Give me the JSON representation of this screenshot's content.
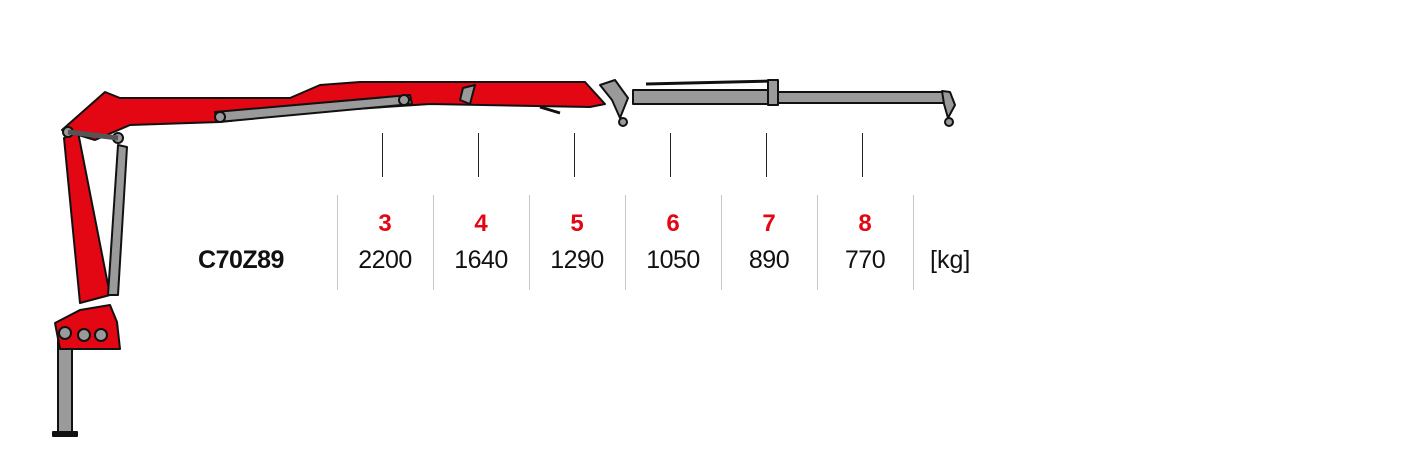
{
  "model": "C70Z89",
  "unit": "[kg]",
  "colors": {
    "crane_red": "#e30613",
    "steel_grey": "#9a9a9a",
    "reach_number": "#e30613"
  },
  "load_chart": [
    {
      "reach": "3",
      "load": "2200"
    },
    {
      "reach": "4",
      "load": "1640"
    },
    {
      "reach": "5",
      "load": "1290"
    },
    {
      "reach": "6",
      "load": "1050"
    },
    {
      "reach": "7",
      "load": "890"
    },
    {
      "reach": "8",
      "load": "770"
    }
  ]
}
